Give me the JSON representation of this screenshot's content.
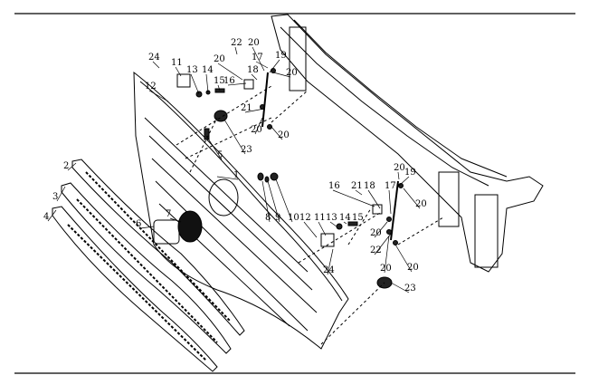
{
  "diagram": {
    "type": "exploded parts diagram",
    "line_color": "#000000",
    "background": "#ffffff",
    "callouts": [
      "22",
      "20",
      "19",
      "20",
      "17",
      "20",
      "24",
      "11",
      "13",
      "14",
      "15",
      "18",
      "16",
      "12",
      "21",
      "20",
      "20",
      "23",
      "5",
      "1",
      "2",
      "3",
      "4",
      "6",
      "7",
      "8",
      "9",
      "10",
      "12",
      "11",
      "13",
      "14",
      "15",
      "16",
      "21",
      "18",
      "17",
      "20",
      "19",
      "20",
      "20",
      "22",
      "24",
      "20",
      "20",
      "23"
    ]
  }
}
